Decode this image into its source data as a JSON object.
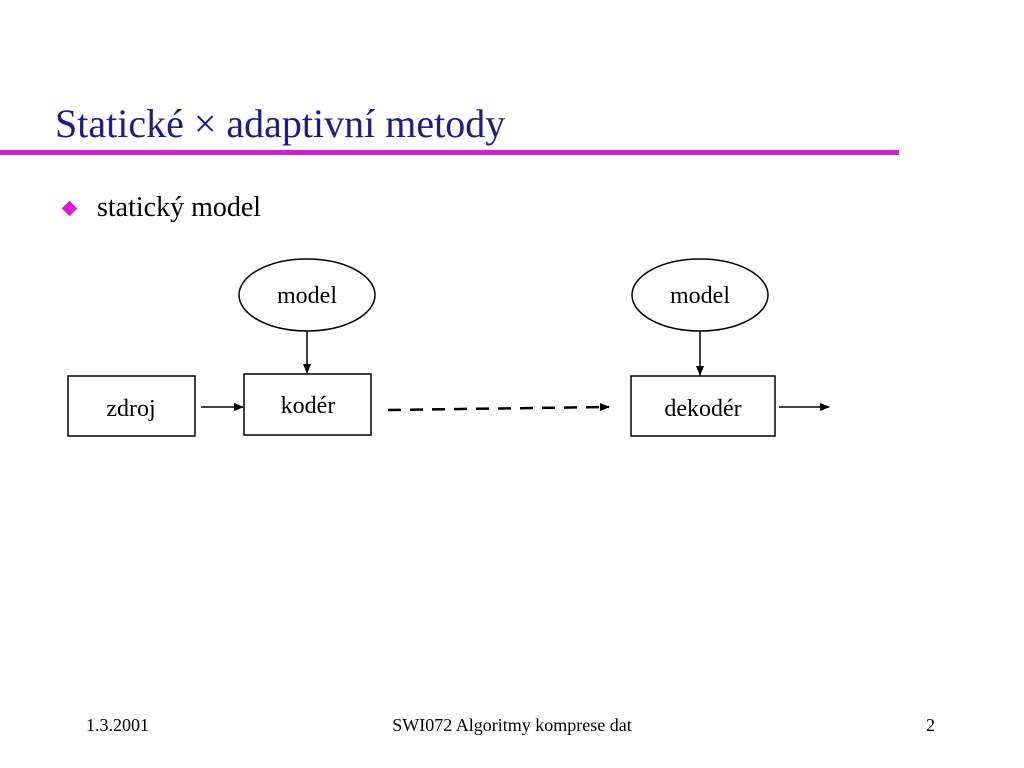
{
  "slide": {
    "title": "Statické × adaptivní metody",
    "colors": {
      "title": "#1c1c8c",
      "accent": "#d61cd6"
    }
  },
  "bullets": [
    {
      "text": "statický model",
      "marker": "diamond-bullet-icon"
    }
  ],
  "diagram": {
    "nodes": {
      "source": "zdroj",
      "encoder": "kodér",
      "decoder": "dekodér",
      "encoder_model": "model",
      "decoder_model": "model"
    }
  },
  "footer": {
    "date": "1.3.2001",
    "course": "SWI072 Algoritmy komprese dat",
    "page": "2"
  }
}
